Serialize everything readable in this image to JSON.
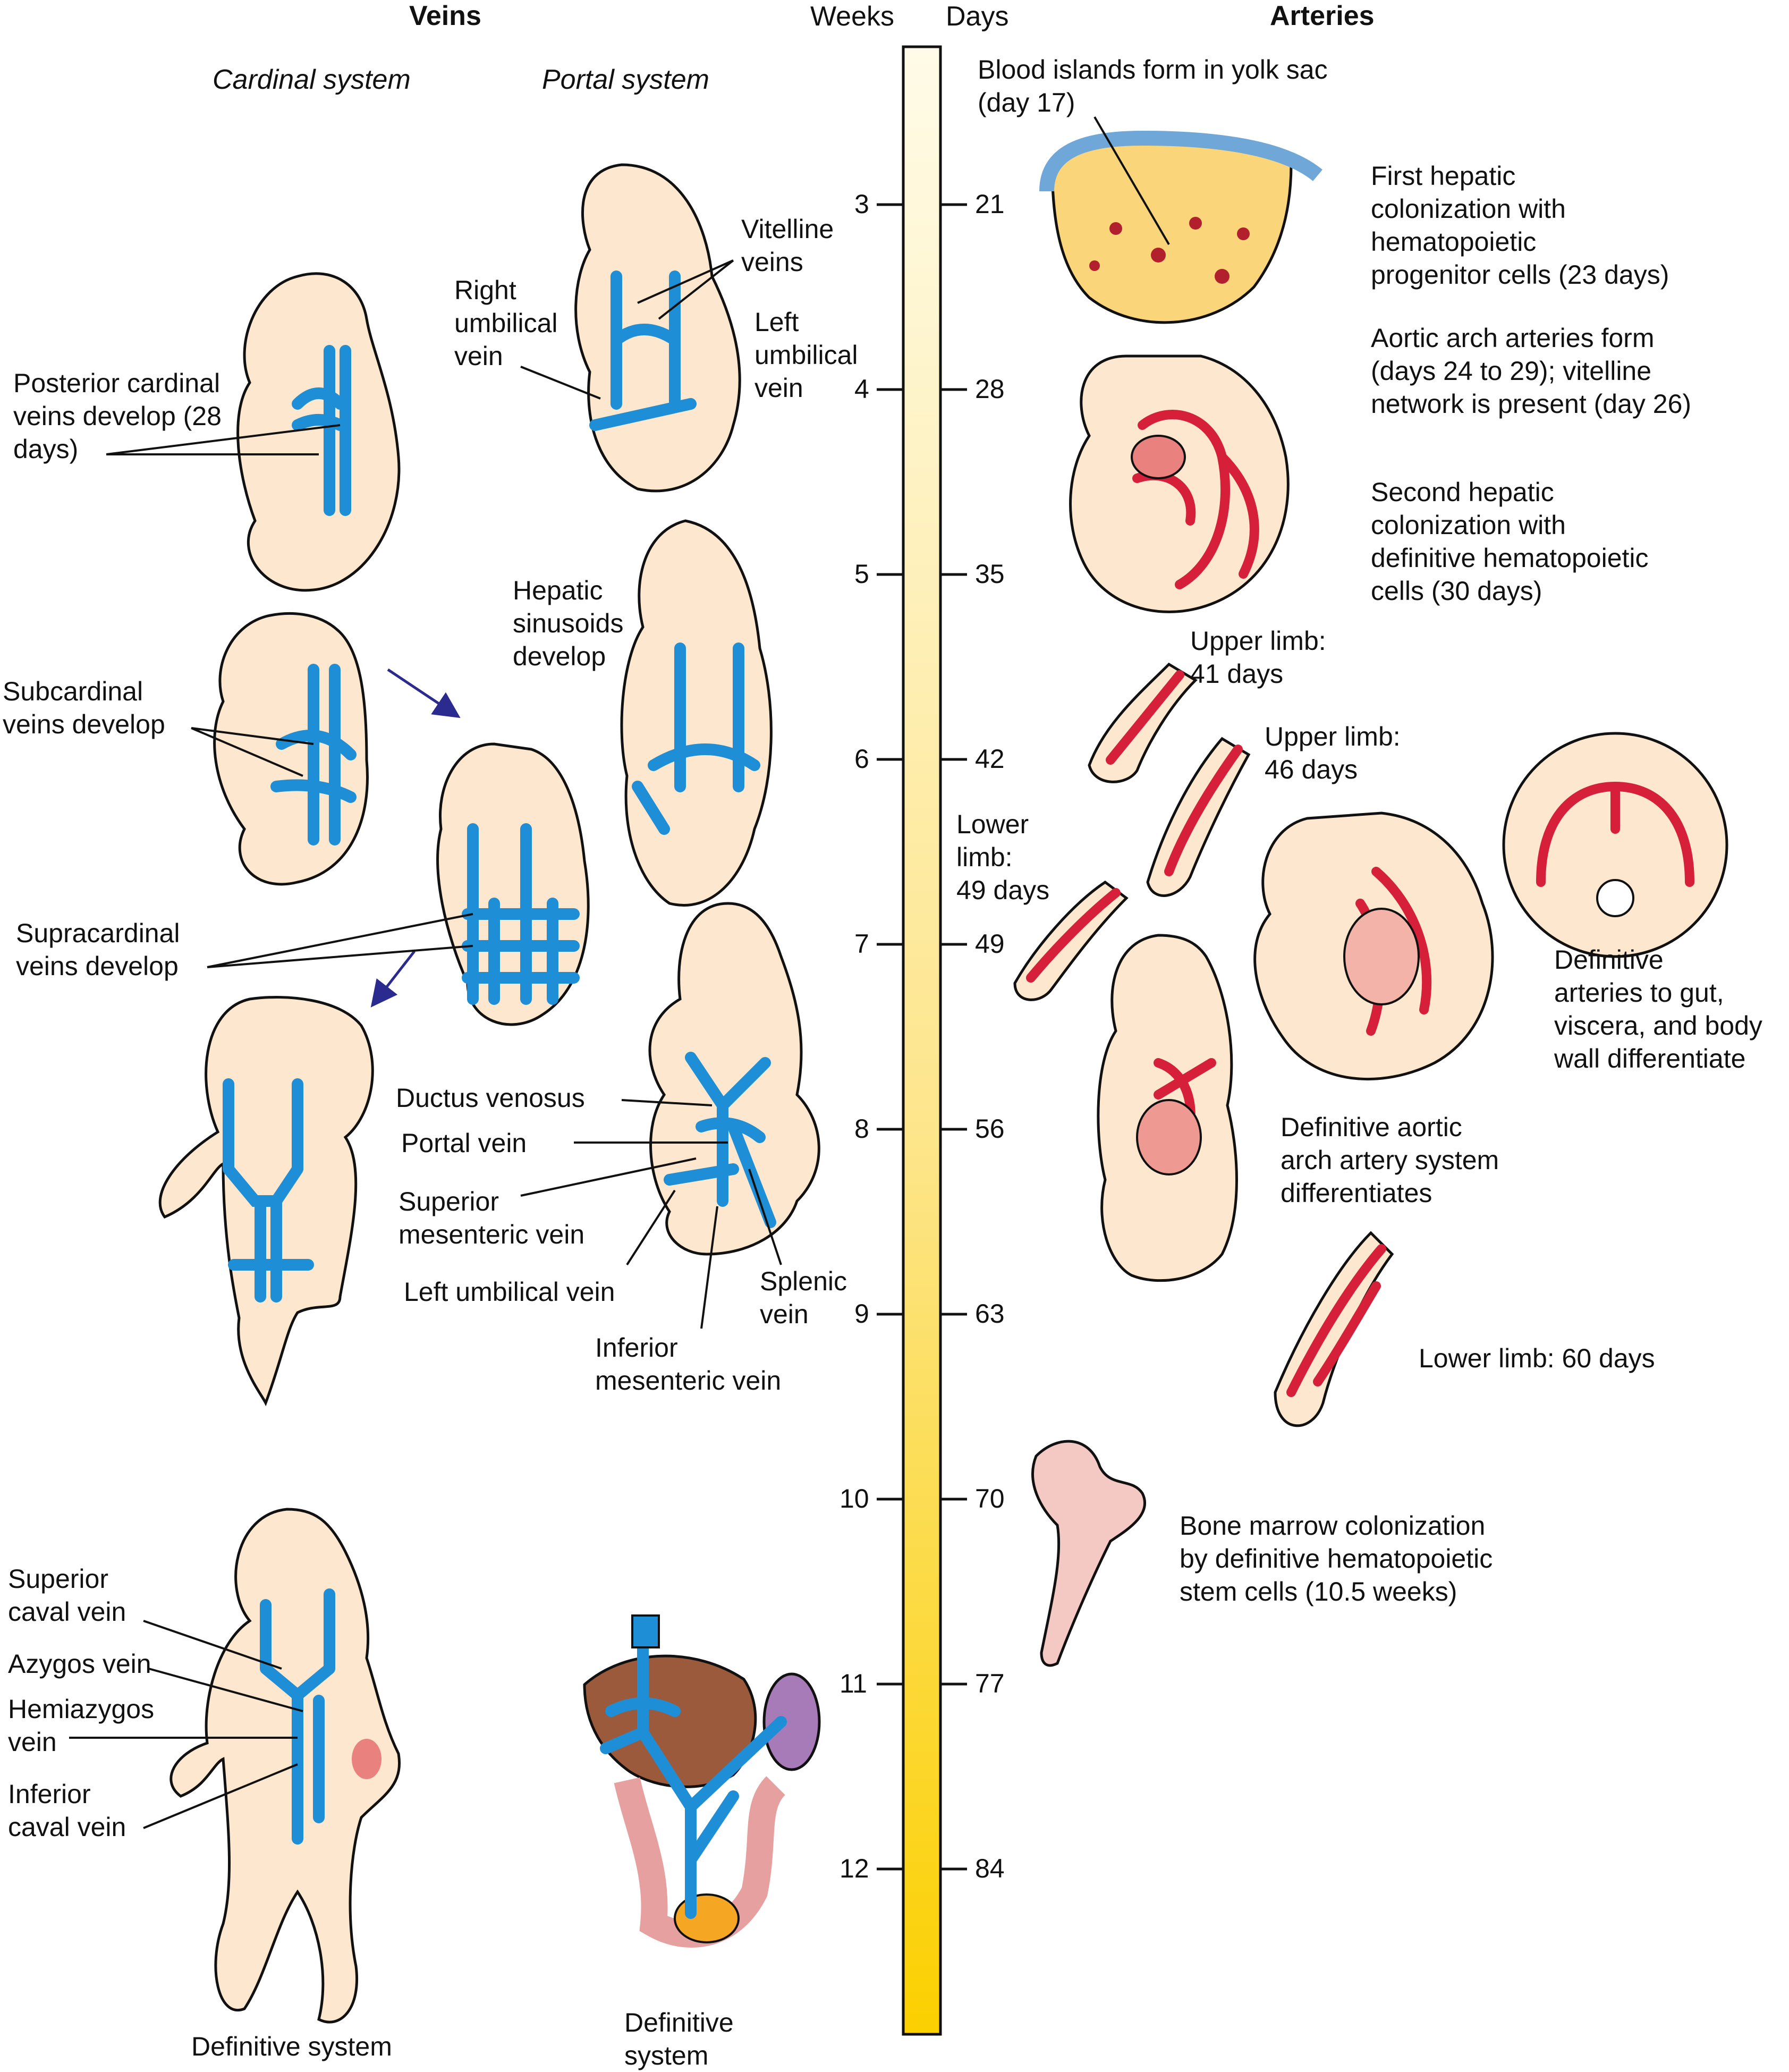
{
  "headers": {
    "veins": "Veins",
    "weeks": "Weeks",
    "days": "Days",
    "arteries": "Arteries"
  },
  "subheaders": {
    "cardinal": "Cardinal system",
    "portal": "Portal system"
  },
  "timeline": {
    "weeks": [
      "3",
      "4",
      "5",
      "6",
      "7",
      "8",
      "9",
      "10",
      "11",
      "12"
    ],
    "days": [
      "21",
      "28",
      "35",
      "42",
      "49",
      "56",
      "63",
      "70",
      "77",
      "84"
    ],
    "bar_gradient": [
      "#fffbe8",
      "#fde58a",
      "#fbd000"
    ]
  },
  "labels": {
    "posterior_cardinal": "Posterior cardinal\nveins develop (28\ndays)",
    "vitelline": "Vitelline\nveins",
    "right_umbilical": "Right\numbilical\nvein",
    "left_umbilical_top": "Left\numbilical\nvein",
    "hepatic_sinusoids": "Hepatic\nsinusoids\ndevelop",
    "subcardinal": "Subcardinal\nveins develop",
    "supracardinal": "Supracardinal\nveins develop",
    "ductus_venosus": "Ductus venosus",
    "portal_vein": "Portal vein",
    "superior_mesenteric": "Superior\nmesenteric vein",
    "left_umbilical_bottom": "Left umbilical vein",
    "splenic": "Splenic\nvein",
    "inferior_mesenteric": "Inferior\nmesenteric vein",
    "superior_caval": "Superior\ncaval vein",
    "azygos": "Azygos vein",
    "hemiazygos": "Hemiazygos\nvein",
    "inferior_caval": "Inferior\ncaval vein",
    "definitive_system_left": "Definitive system",
    "definitive_system_mid": "Definitive\nsystem",
    "blood_islands": "Blood islands form in yolk sac\n(day 17)",
    "first_hepatic": "First hepatic\ncolonization with\nhematopoietic\nprogenitor cells (23 days)",
    "aortic_arch": "Aortic arch arteries form\n(days 24 to 29); vitelline\nnetwork is present (day 26)",
    "second_hepatic": "Second hepatic\ncolonization with\ndefinitive hematopoietic\ncells (30 days)",
    "upper_limb_41": "Upper limb:\n41 days",
    "upper_limb_46": "Upper limb:\n46 days",
    "lower_limb_49": "Lower\nlimb:\n49 days",
    "definitive_arteries": "Definitive\narteries to gut,\nviscera, and body\nwall differentiate",
    "definitive_aortic": "Definitive aortic\narch artery system\ndifferentiates",
    "lower_limb_60": "Lower limb: 60 days",
    "bone_marrow": "Bone marrow colonization\nby definitive hematopoietic\nstem cells (10.5 weeks)"
  },
  "colors": {
    "vein": "#1e8fd6",
    "artery": "#d6203a",
    "skin": "#fde8cf",
    "liver": "#9c5a3c",
    "spleen": "#a77bb8",
    "arrow": "#2b2b8f"
  }
}
